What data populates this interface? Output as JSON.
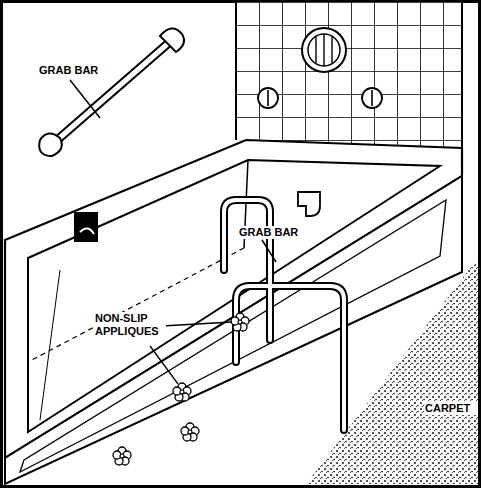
{
  "diagram": {
    "labels": [
      "GRAB BAR",
      "GRAB BAR",
      "NON-SLIP APPLIQUES",
      "CARPET"
    ]
  }
}
